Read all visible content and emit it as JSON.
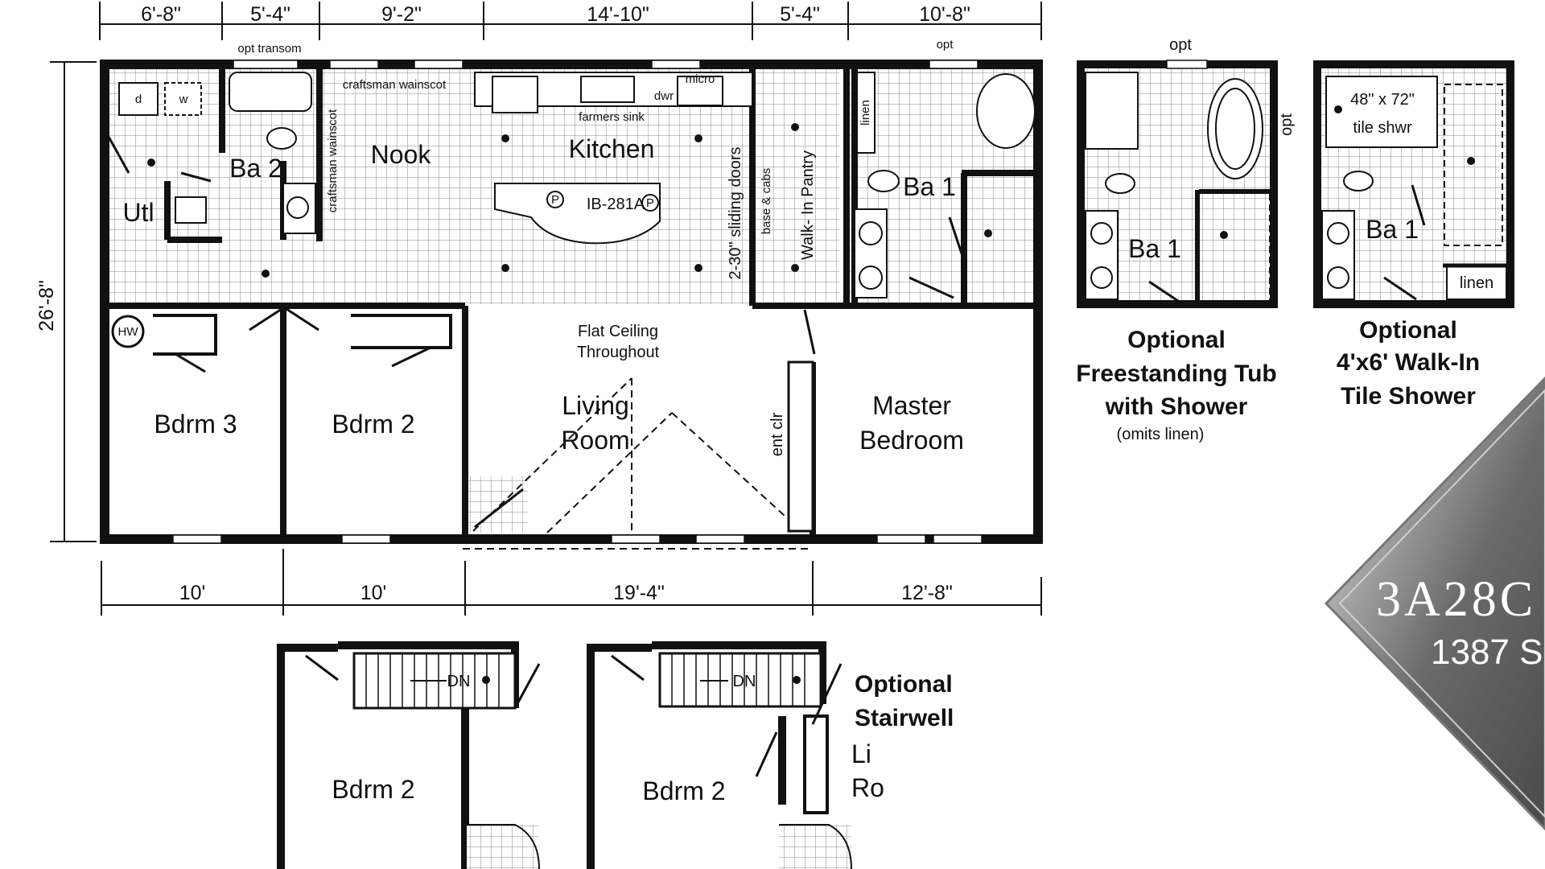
{
  "dims_top": [
    "6'-8\"",
    "5'-4\"",
    "9'-2\"",
    "14'-10\"",
    "5'-4\"",
    "10'-8\""
  ],
  "dims_bottom": [
    "10'",
    "10'",
    "19'-4\"",
    "12'-8\""
  ],
  "dim_side": "26'-8\"",
  "labels": {
    "opt_transom": "opt transom",
    "opt_top": "opt",
    "craftsman_wainscot": "craftsman wainscot",
    "farmers_sink": "farmers sink",
    "micro": "micro",
    "dwr": "dwr",
    "ib_281a": "IB-281A",
    "p": "P",
    "sliding_doors": "2-30\" sliding doors",
    "base_cabs": "base & cabs",
    "walk_in_pantry": "Walk- In Pantry",
    "linen": "linen",
    "d": "d",
    "w": "w",
    "hw": "HW",
    "flat_ceiling_1": "Flat Ceiling",
    "flat_ceiling_2": "Throughout",
    "ent_clr": "ent clr"
  },
  "rooms": {
    "utl": "Utl",
    "ba2": "Ba 2",
    "nook": "Nook",
    "kitchen": "Kitchen",
    "ba1": "Ba 1",
    "bdrm3": "Bdrm 3",
    "bdrm2": "Bdrm 2",
    "living_1": "Living",
    "living_2": "Room",
    "master_1": "Master",
    "master_2": "Bedroom"
  },
  "option_tub": {
    "opt_top": "opt",
    "opt_side": "opt",
    "room": "Ba 1",
    "title_1": "Optional",
    "title_2": "Freestanding Tub",
    "title_3": "with Shower",
    "note": "(omits linen)"
  },
  "option_shower": {
    "size_1": "48\" x 72\"",
    "size_2": "tile shwr",
    "room": "Ba 1",
    "linen": "linen",
    "title_1": "Optional",
    "title_2": "4'x6' Walk-In",
    "title_3": "Tile Shower"
  },
  "stairwell": {
    "dn_1": "DN",
    "dn_2": "DN",
    "bdrm_1": "Bdrm 2",
    "bdrm_2": "Bdrm 2",
    "title_1": "Optional",
    "title_2": "Stairwell",
    "living_1": "Li",
    "living_2": "Ro"
  },
  "brand": {
    "code": "3A28C",
    "sqft": "1387 S"
  },
  "colors": {
    "ink": "#111111",
    "grid": "#8a8a8a",
    "brand_dark": "#5a5a5a",
    "brand_light": "#e6e6e6"
  }
}
